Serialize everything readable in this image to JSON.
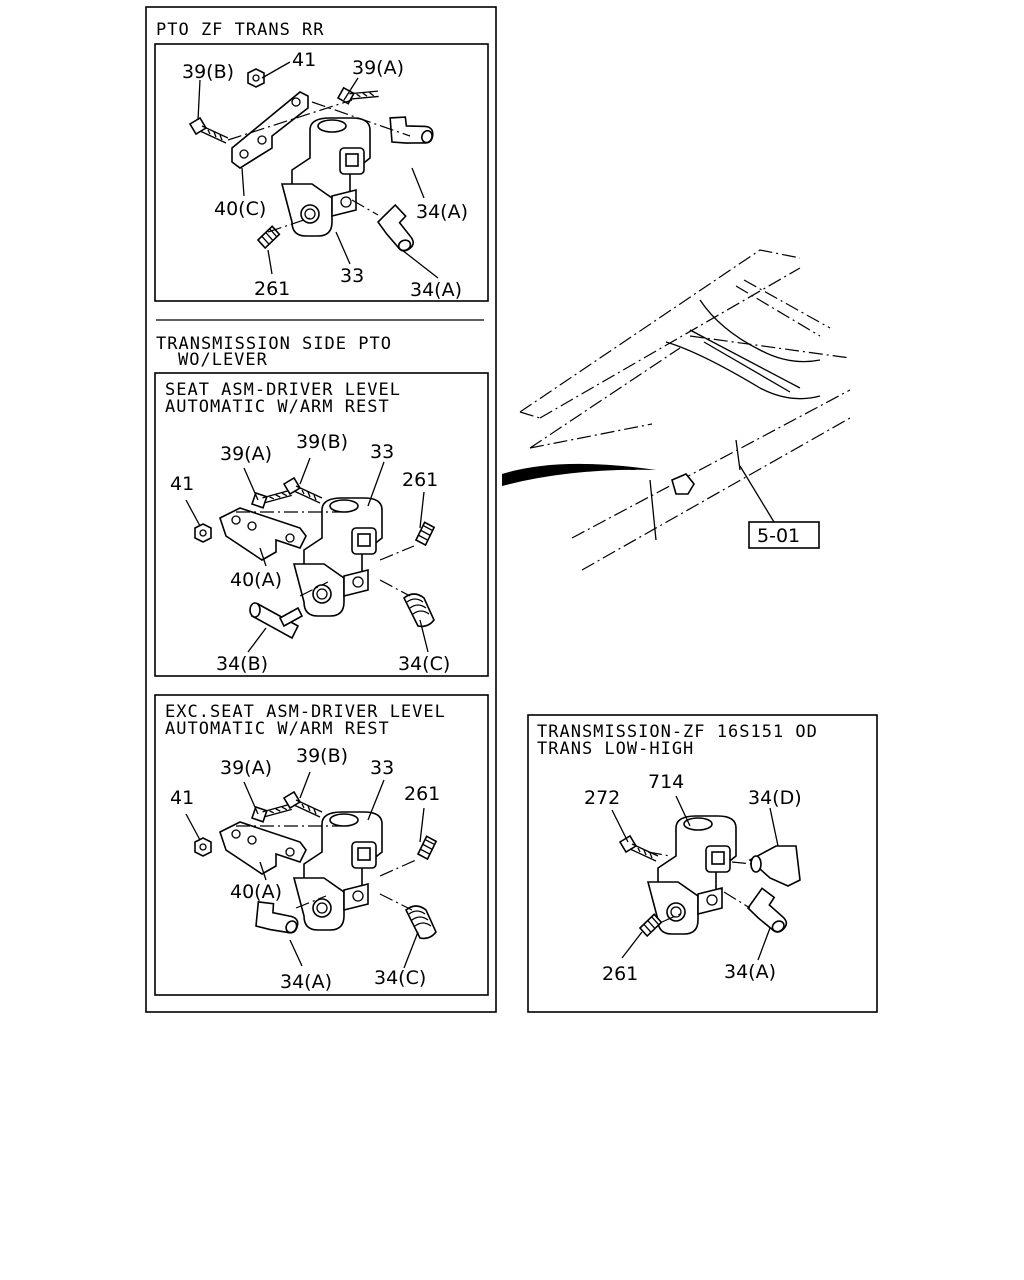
{
  "sections": {
    "pto_zf": {
      "title": "PTO ZF TRANS RR",
      "labels": {
        "l39b": "39(B)",
        "l41": "41",
        "l39a": "39(A)",
        "l40c": "40(C)",
        "l34a1": "34(A)",
        "l261": "261",
        "l33": "33",
        "l34a2": "34(A)"
      }
    },
    "trans_side": {
      "title_line1": "TRANSMISSION SIDE PTO",
      "title_line2": "WO/LEVER"
    },
    "seat_level": {
      "title_line1": "SEAT ASM-DRIVER LEVEL",
      "title_line2": "AUTOMATIC W/ARM REST",
      "labels": {
        "l39a": "39(A)",
        "l39b": "39(B)",
        "l33": "33",
        "l41": "41",
        "l261": "261",
        "l40a": "40(A)",
        "l34b": "34(B)",
        "l34c": "34(C)"
      }
    },
    "exc_seat": {
      "title_line1": "EXC.SEAT ASM-DRIVER LEVEL",
      "title_line2": "AUTOMATIC W/ARM REST",
      "labels": {
        "l39a": "39(A)",
        "l39b": "39(B)",
        "l33": "33",
        "l41": "41",
        "l261": "261",
        "l40a": "40(A)",
        "l34a": "34(A)",
        "l34c": "34(C)"
      }
    },
    "frame": {
      "ref": "5-01"
    },
    "zf16s151": {
      "title_line1": "TRANSMISSION-ZF 16S151 OD",
      "title_line2": "TRANS LOW-HIGH",
      "labels": {
        "l272": "272",
        "l714": "714",
        "l34d": "34(D)",
        "l261": "261",
        "l34a": "34(A)"
      }
    }
  }
}
